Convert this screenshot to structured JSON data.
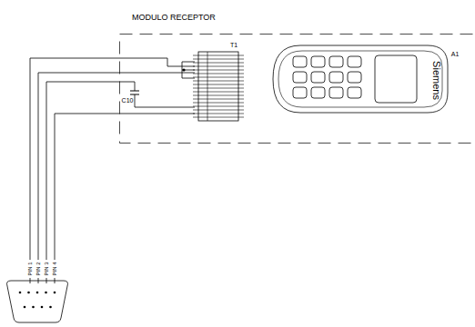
{
  "diagram": {
    "nodes": [
      {
        "text": [
          "MODULO RECEPTOR"
        ]
      }
    ],
    "labels": [
      "T1",
      "A1",
      "Siemens",
      "C10",
      "PIN 1",
      "PIN 2",
      "PIN 3",
      "PIN 4"
    ]
  }
}
